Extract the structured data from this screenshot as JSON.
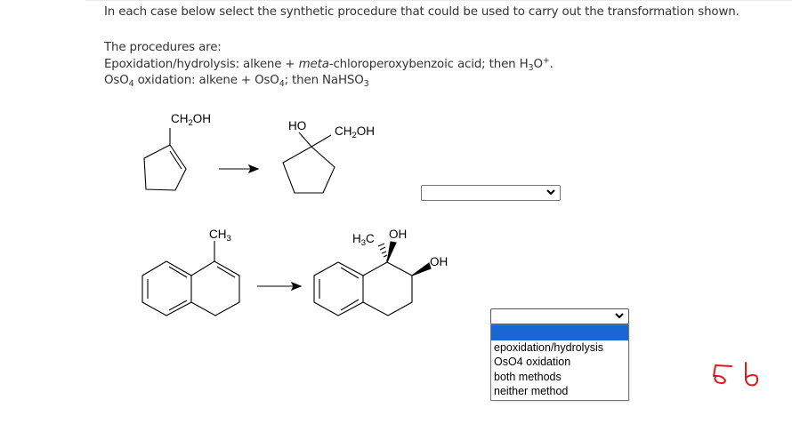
{
  "instructions": {
    "line1": "In each case below select the synthetic procedure that could be used to carry out the transformation shown.",
    "heading": "The procedures are:",
    "proc1": {
      "name": "Epoxidation/hydrolysis",
      "prefix": ": alkene + ",
      "italic": "meta",
      "suffix": "-chloroperoxybenzoic acid; then H",
      "sub": "3",
      "o": "O",
      "sup": "+",
      "end": "."
    },
    "proc2": {
      "p1": "OsO",
      "sub1": "4",
      "p2": " oxidation: alkene + OsO",
      "sub2": "4",
      "p3": "; then NaHSO",
      "sub3": "3"
    }
  },
  "reactions": [
    {
      "reactant_label": {
        "main": "CH",
        "sub": "2",
        "tail": "OH"
      },
      "product_labels": {
        "ho": "HO",
        "ch2oh_main": "CH",
        "ch2oh_sub": "2",
        "ch2oh_tail": "OH"
      },
      "answer_select": {
        "value": "",
        "state": "closed"
      }
    },
    {
      "reactant_label": {
        "main": "CH",
        "sub": "3"
      },
      "product_labels": {
        "h3c_main": "H",
        "h3c_sub": "3",
        "h3c_tail": "C",
        "oh1": "OH",
        "oh2": "OH"
      },
      "answer_select": {
        "value": "",
        "state": "open",
        "highlighted_index": 0
      }
    }
  ],
  "select_options": [
    "",
    "epoxidation/hydrolysis",
    "OsO4 oxidation",
    "both methods",
    "neither method"
  ],
  "annotation": {
    "handwritten_text": "56",
    "color": "#e0191b"
  },
  "colors": {
    "highlight": "#1967d2",
    "text": "#333333"
  }
}
